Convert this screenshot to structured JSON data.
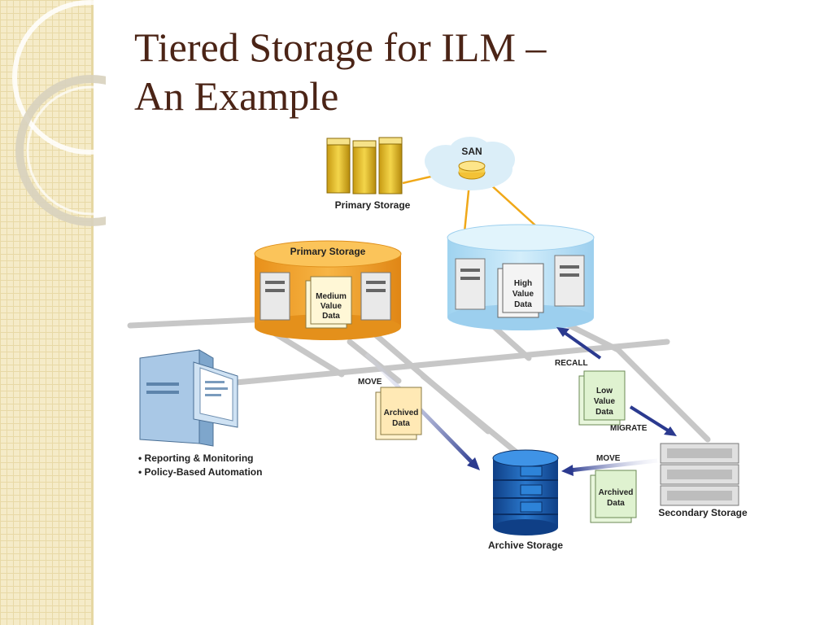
{
  "slide": {
    "title_line1": "Tiered Storage for ILM –",
    "title_line2": "An Example"
  },
  "diagram": {
    "san_label": "SAN",
    "primary_storage_top_label": "Primary Storage",
    "primary_storage_cylinder_label": "Primary Storage",
    "medium_value_data": [
      "Medium",
      "Value",
      "Data"
    ],
    "high_value_data": [
      "High",
      "Value",
      "Data"
    ],
    "low_value_data": [
      "Low",
      "Value",
      "Data"
    ],
    "archived_data": [
      "Archived",
      "Data"
    ],
    "archived_data_2": [
      "Archived",
      "Data"
    ],
    "recall_label": "RECALL",
    "migrate_label": "MIGRATE",
    "move_label": "MOVE",
    "move_label_2": "MOVE",
    "archive_storage_label": "Archive Storage",
    "secondary_storage_label": "Secondary Storage",
    "bullets": [
      "• Reporting & Monitoring",
      "• Policy-Based Automation"
    ]
  },
  "colors": {
    "title": "#4b2416",
    "sidebar": "#f5ebc8",
    "primary_cylinder": "#f2a21e",
    "high_value_cylinder": "#b4e0f7",
    "archive_blue": "#1b5fae",
    "arrow_blue": "#2b3a8f"
  }
}
